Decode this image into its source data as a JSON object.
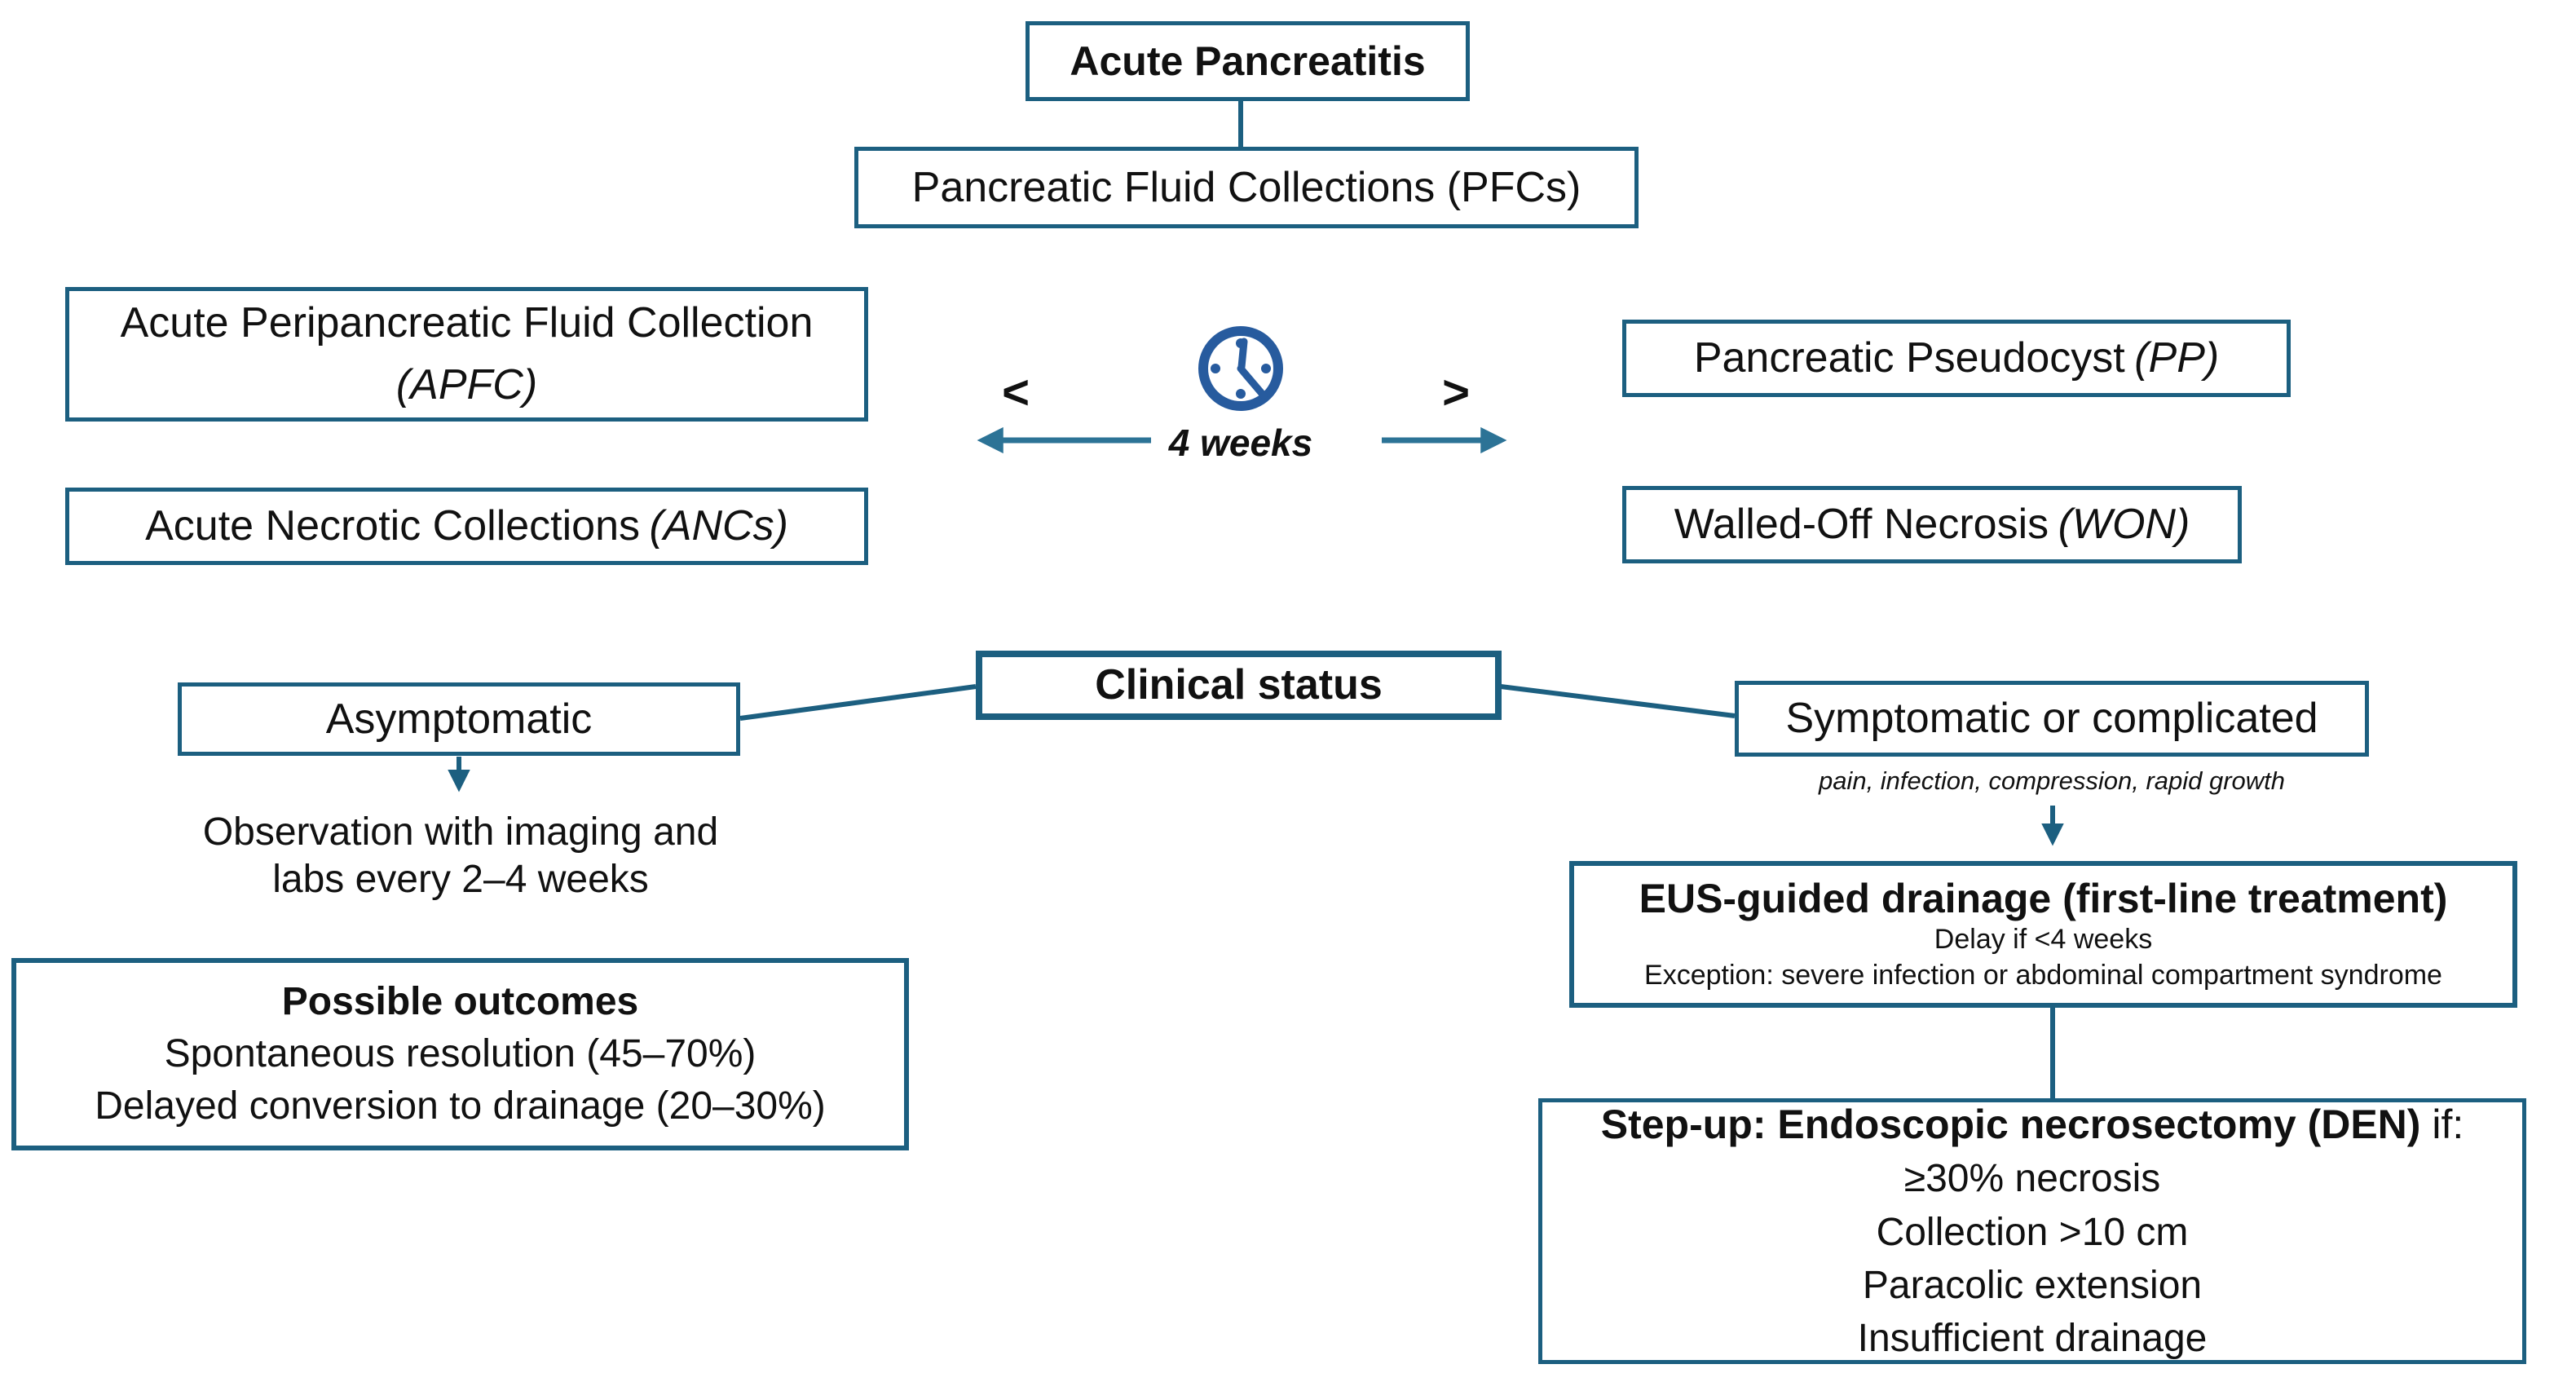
{
  "colors": {
    "box_border": "#1C5F80",
    "connector": "#1C5F80",
    "horizontal_arrow": "#2C7396",
    "clock_blue": "#275B9E",
    "text": "#111111",
    "background": "#FFFFFF"
  },
  "flowchart": {
    "root": {
      "label": "Acute Pancreatitis"
    },
    "pfc": {
      "label": "Pancreatic Fluid Collections (PFCs)"
    },
    "timeline": {
      "less_symbol": "<",
      "greater_symbol": ">",
      "label": "4 weeks",
      "clock_icon": "clock-icon"
    },
    "early": {
      "apfc": {
        "name": "Acute Peripancreatic Fluid Collection",
        "abbr": "(APFC)"
      },
      "anc": {
        "name": "Acute Necrotic Collections",
        "abbr": "(ANCs)"
      }
    },
    "late": {
      "pp": {
        "name": "Pancreatic Pseudocyst",
        "abbr": "(PP)"
      },
      "won": {
        "name": "Walled-Off Necrosis",
        "abbr": "(WON)"
      }
    },
    "clinical_status": {
      "label": "Clinical status"
    },
    "asymptomatic": {
      "label": "Asymptomatic",
      "plan_line1": "Observation with imaging and",
      "plan_line2": "labs every 2–4 weeks",
      "outcomes": {
        "title": "Possible outcomes",
        "items": [
          "Spontaneous resolution (45–70%)",
          "Delayed conversion to drainage (20–30%)"
        ]
      }
    },
    "symptomatic": {
      "label": "Symptomatic or complicated",
      "caveat": "pain, infection, compression, rapid growth",
      "eus": {
        "title": "EUS-guided drainage (first-line treatment)",
        "sub1": "Delay if <4 weeks",
        "sub2": "Exception: severe infection or abdominal compartment syndrome"
      },
      "stepup": {
        "title_bold": "Step-up: Endoscopic necrosectomy (DEN)",
        "title_rest": " if:",
        "items": [
          "≥30% necrosis",
          "Collection >10 cm",
          "Paracolic extension",
          "Insufficient drainage"
        ]
      }
    }
  }
}
